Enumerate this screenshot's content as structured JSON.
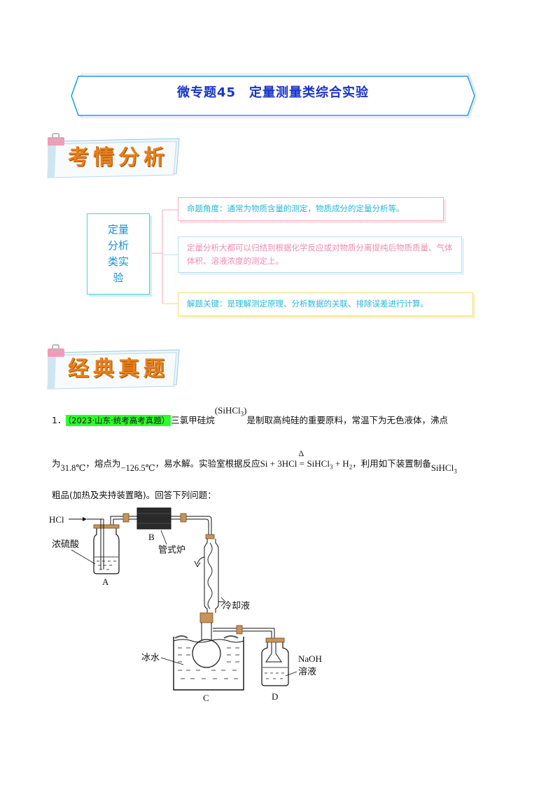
{
  "title": "微专题45　定量测量类综合实验",
  "section1": {
    "label": "考情分析"
  },
  "mindmap": {
    "root_lines": [
      "定量",
      "分析",
      "类实",
      "验"
    ],
    "branches": [
      "命题角度：通常为物质含量的测定，物质成分的定量分析等。",
      "定量分析大都可以归结到根据化学反应或对物质分离提纯后物质质量、气体体积、溶液浓度的测定上。",
      "解题关键：是理解测定原理、分析数据的关联、排除误差进行计算。"
    ]
  },
  "section2": {
    "label": "经典真题"
  },
  "question": {
    "number": "1．",
    "source": "（2023·山东·统考高考真题）",
    "line1_a": "三氯甲硅烷",
    "formula_sihcl3": "(SiHCl",
    "formula_sub": "3",
    "formula_close": ")",
    "line1_b": "是制取高纯硅的重要原料，常温下为无色液体，沸点",
    "line2_a": "为",
    "bp": "31.8℃",
    "line2_b": "，熔点为",
    "mp": "−126.5℃",
    "line2_c": "，易水解。实验室根据反应",
    "reaction_left": "Si + 3HCl",
    "reaction_cond": "Δ",
    "reaction_right_a": "SiHCl",
    "reaction_right_sub": "3",
    "reaction_right_b": " + H",
    "reaction_right_sub2": "2",
    "line2_d": "，利用如下装置制备",
    "product_a": "SiHCl",
    "product_sub": "3",
    "line3": "粗品(加热及夹持装置略)。回答下列问题："
  },
  "apparatus_labels": {
    "hcl": "HCl",
    "acid": "浓硫酸",
    "a": "A",
    "b": "B",
    "furnace": "管式炉",
    "coolant": "冷却液",
    "ice": "冰水",
    "c": "C",
    "naoh": "NaOH",
    "solution": "溶液",
    "d": "D"
  },
  "colors": {
    "title": "#1a35c8",
    "banner_border": "#1a9fe0",
    "header_text": "#e8801a",
    "highlight": "#2dfc2d"
  }
}
